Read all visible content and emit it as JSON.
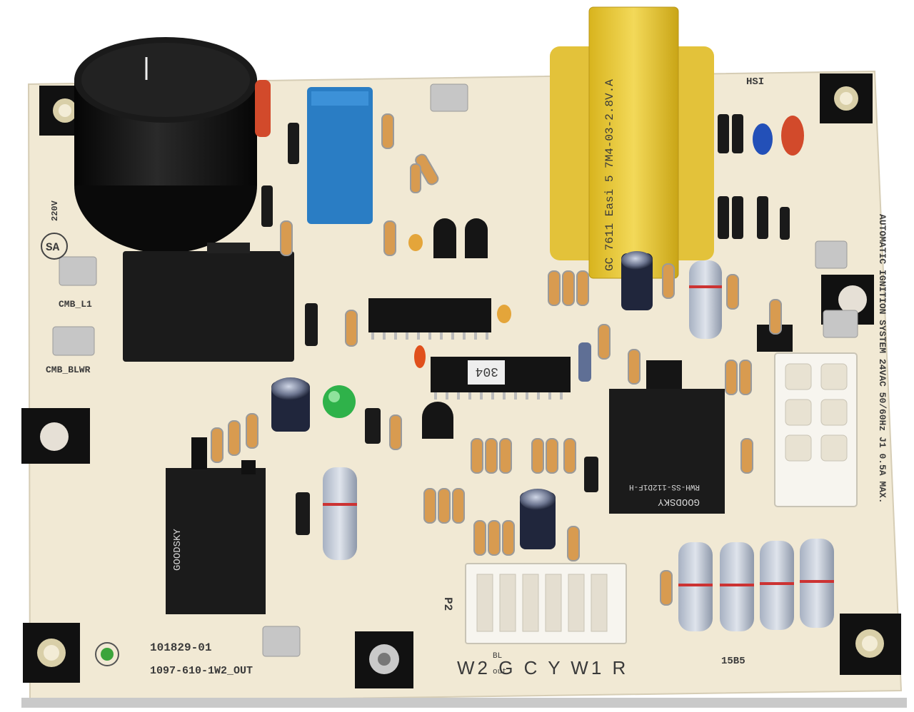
{
  "board": {
    "part_number": "101829-01",
    "model_code": "1097-610-1W2_OUT",
    "cert_mark": "SA",
    "voltage_mark": "220V"
  },
  "terminals": {
    "cmb_l1": "CMB_L1",
    "cmb_blwr": "CMB_BLWR",
    "hsi": "HSI"
  },
  "connector_p2": {
    "ref": "P2",
    "pins_label": "W2 G C Y W1 R",
    "out_label": "out",
    "bl_label": "BL"
  },
  "side_text": {
    "right_edge": "AUTOMATIC IGNITION SYSTEM 24VAC 50/60Hz J1 0.5A MAX.",
    "transformer_text": "GC 7611 Easi 5 7M4-03-2.8V.A",
    "relay_left_brand": "GOODSKY",
    "relay_right_brand": "GOODSKY",
    "relay_right_code": "RWH-SS-112D1F-H"
  },
  "ic_labels": {
    "ic2": "304"
  },
  "resistor_bank_label": "15B5",
  "colors": {
    "board": "#f1e9d4",
    "pad_black": "#111111",
    "transformer_yellow": "#e8c93a",
    "capacitor_blue": "#2a7dc4",
    "led_green": "#2fb24a",
    "relay_black": "#1b1b1b",
    "connector_white": "#f7f5ef"
  }
}
